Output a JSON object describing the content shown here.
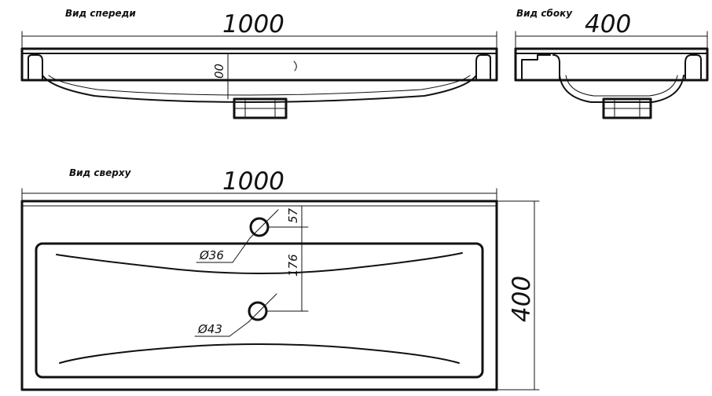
{
  "views": {
    "front": {
      "label": "Вид спереди",
      "width_dim": "1000",
      "depth_dim": "00"
    },
    "side": {
      "label": "Вид сбоку",
      "width_dim": "400"
    },
    "top": {
      "label": "Вид сверху",
      "width_dim": "1000",
      "height_dim": "400",
      "dim_57": "57",
      "dim_176": "176",
      "hole1_diameter": "Ø36",
      "hole2_diameter": "Ø43"
    }
  },
  "colors": {
    "line": "#111111",
    "background": "#ffffff"
  }
}
